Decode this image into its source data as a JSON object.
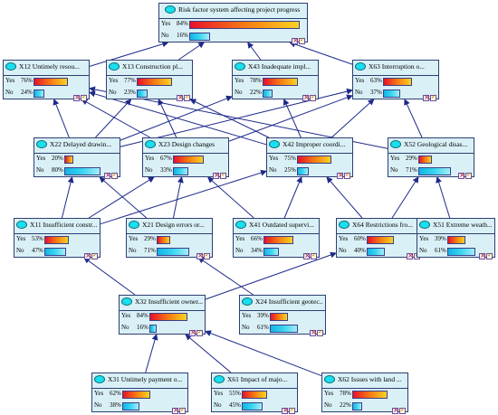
{
  "nodes": [
    {
      "id": "top",
      "title": "Risk factor system affecting project progress",
      "yes_label": "Yes",
      "no_label": "No",
      "yes": "84%",
      "no": "16%",
      "yes_value": 84,
      "no_value": 16
    },
    {
      "id": "x12",
      "title": "X12 Untimely resou...",
      "yes_label": "Yes",
      "no_label": "No",
      "yes": "76%",
      "no": "24%",
      "yes_value": 76,
      "no_value": 24
    },
    {
      "id": "x13",
      "title": "X13 Construction pl...",
      "yes_label": "Yes",
      "no_label": "No",
      "yes": "77%",
      "no": "23%",
      "yes_value": 77,
      "no_value": 23
    },
    {
      "id": "x43",
      "title": "X43 Inadequate impl...",
      "yes_label": "Yes",
      "no_label": "No",
      "yes": "78%",
      "no": "22%",
      "yes_value": 78,
      "no_value": 22
    },
    {
      "id": "x63",
      "title": "X63 Interruption o...",
      "yes_label": "Yes",
      "no_label": "No",
      "yes": "63%",
      "no": "37%",
      "yes_value": 63,
      "no_value": 37
    },
    {
      "id": "x22",
      "title": "X22 Delayed drawin...",
      "yes_label": "Yes",
      "no_label": "No",
      "yes": "20%",
      "no": "80%",
      "yes_value": 20,
      "no_value": 80
    },
    {
      "id": "x23",
      "title": "X23 Design changes",
      "yes_label": "Yes",
      "no_label": "No",
      "yes": "67%",
      "no": "33%",
      "yes_value": 67,
      "no_value": 33
    },
    {
      "id": "x42",
      "title": "X42 Improper coordi...",
      "yes_label": "Yes",
      "no_label": "No",
      "yes": "75%",
      "no": "25%",
      "yes_value": 75,
      "no_value": 25
    },
    {
      "id": "x52",
      "title": "X52 Geological disas...",
      "yes_label": "Yes",
      "no_label": "No",
      "yes": "29%",
      "no": "71%",
      "yes_value": 29,
      "no_value": 71
    },
    {
      "id": "x11",
      "title": "X11 Insufficient constr...",
      "yes_label": "Yes",
      "no_label": "No",
      "yes": "53%",
      "no": "47%",
      "yes_value": 53,
      "no_value": 47
    },
    {
      "id": "x21",
      "title": "X21 Design errors or...",
      "yes_label": "Yes",
      "no_label": "No",
      "yes": "29%",
      "no": "71%",
      "yes_value": 29,
      "no_value": 71
    },
    {
      "id": "x41",
      "title": "X41 Outdated supervi...",
      "yes_label": "Yes",
      "no_label": "No",
      "yes": "66%",
      "no": "34%",
      "yes_value": 66,
      "no_value": 34
    },
    {
      "id": "x64",
      "title": "X64 Restrictions fro...",
      "yes_label": "Yes",
      "no_label": "No",
      "yes": "60%",
      "no": "40%",
      "yes_value": 60,
      "no_value": 40
    },
    {
      "id": "x51",
      "title": "X51 Extreme weath...",
      "yes_label": "Yes",
      "no_label": "No",
      "yes": "39%",
      "no": "61%",
      "yes_value": 39,
      "no_value": 61
    },
    {
      "id": "x32",
      "title": "X32 Insufficient owner...",
      "yes_label": "Yes",
      "no_label": "No",
      "yes": "84%",
      "no": "16%",
      "yes_value": 84,
      "no_value": 16
    },
    {
      "id": "x24",
      "title": "X24 Insufficient geotec...",
      "yes_label": "Yes",
      "no_label": "No",
      "yes": "39%",
      "no": "61%",
      "yes_value": 39,
      "no_value": 61
    },
    {
      "id": "x31",
      "title": "X31 Untimely payment o...",
      "yes_label": "Yes",
      "no_label": "No",
      "yes": "62%",
      "no": "38%",
      "yes_value": 62,
      "no_value": 38
    },
    {
      "id": "x61",
      "title": "X61 Impact of majo...",
      "yes_label": "Yes",
      "no_label": "No",
      "yes": "55%",
      "no": "45%",
      "yes_value": 55,
      "no_value": 45
    },
    {
      "id": "x62",
      "title": "X62 Issues with land ...",
      "yes_label": "Yes",
      "no_label": "No",
      "yes": "78%",
      "no": "22%",
      "yes_value": 78,
      "no_value": 22
    }
  ],
  "edges": [
    [
      "x12",
      "top"
    ],
    [
      "x13",
      "top"
    ],
    [
      "x43",
      "top"
    ],
    [
      "x63",
      "top"
    ],
    [
      "x22",
      "x12"
    ],
    [
      "x22",
      "x13"
    ],
    [
      "x22",
      "x43"
    ],
    [
      "x22",
      "x63"
    ],
    [
      "x23",
      "x12"
    ],
    [
      "x23",
      "x13"
    ],
    [
      "x23",
      "x63"
    ],
    [
      "x42",
      "x12"
    ],
    [
      "x42",
      "x13"
    ],
    [
      "x42",
      "x43"
    ],
    [
      "x42",
      "x63"
    ],
    [
      "x52",
      "x12"
    ],
    [
      "x52",
      "x63"
    ],
    [
      "x11",
      "x22"
    ],
    [
      "x11",
      "x23"
    ],
    [
      "x11",
      "x42"
    ],
    [
      "x21",
      "x22"
    ],
    [
      "x21",
      "x23"
    ],
    [
      "x41",
      "x42"
    ],
    [
      "x41",
      "x23"
    ],
    [
      "x64",
      "x42"
    ],
    [
      "x64",
      "x52"
    ],
    [
      "x51",
      "x52"
    ],
    [
      "x32",
      "x11"
    ],
    [
      "x32",
      "x64"
    ],
    [
      "x24",
      "x21"
    ],
    [
      "x31",
      "x32"
    ],
    [
      "x61",
      "x32"
    ],
    [
      "x62",
      "x32"
    ]
  ]
}
